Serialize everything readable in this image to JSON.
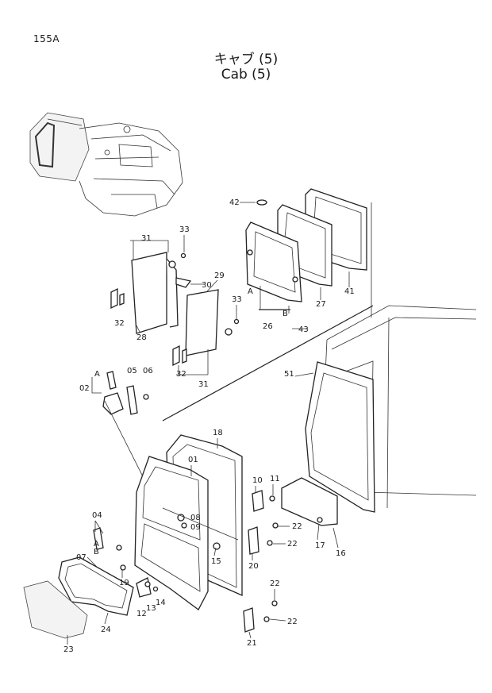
{
  "page_number": "155A",
  "title_ja": "キャブ (5)",
  "title_en": "Cab (5)",
  "callouts": [
    "42",
    "31",
    "33",
    "30",
    "29",
    "33",
    "32",
    "28",
    "32",
    "31",
    "26",
    "43",
    "27",
    "41",
    "51",
    "A",
    "05",
    "06",
    "02",
    "18",
    "01",
    "10",
    "11",
    "04",
    "08",
    "09",
    "22",
    "22",
    "20",
    "17",
    "16",
    "A",
    "B",
    "07",
    "15",
    "19",
    "12",
    "13",
    "14",
    "22",
    "22",
    "24",
    "23",
    "21",
    "A",
    "B"
  ]
}
